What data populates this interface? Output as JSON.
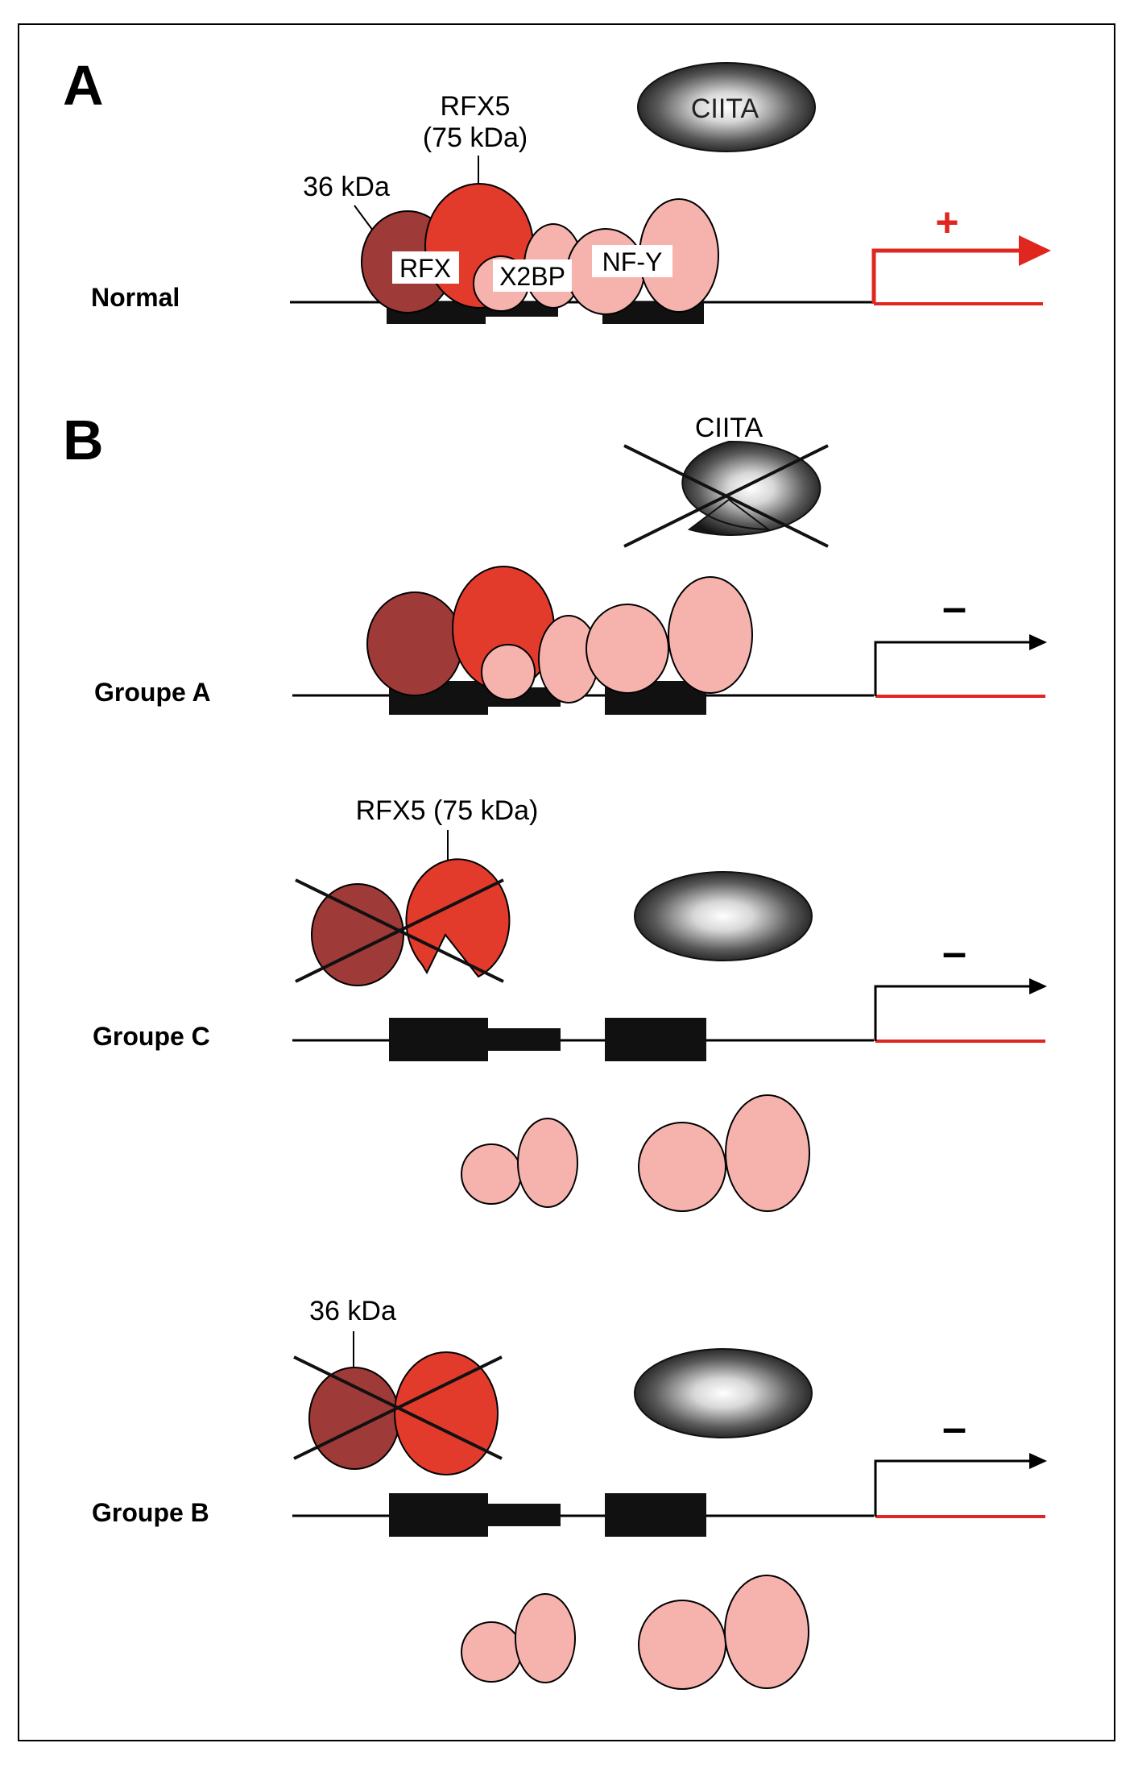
{
  "panels": {
    "a": {
      "letter": "A",
      "row_label": "Normal",
      "labels": {
        "ciita": "CIITA",
        "rfx5_name": "RFX5",
        "rfx5_weight": "(75 kDa)",
        "p36": "36 kDa",
        "rfx": "RFX",
        "x2bp": "X2BP",
        "nfy": "NF-Y"
      },
      "sign": "+"
    },
    "b": {
      "letter": "B",
      "ciita": "CIITA",
      "groupe_a": {
        "label": "Groupe A",
        "sign": "–"
      },
      "groupe_c": {
        "label": "Groupe C",
        "sign": "–",
        "rfx5": "RFX5 (75 kDa)"
      },
      "groupe_b": {
        "label": "Groupe B",
        "sign": "–",
        "p36": "36 kDa"
      }
    }
  },
  "colors": {
    "dark_red": "#9e3a37",
    "red": "#e23b2c",
    "pink": "#f6b3ae",
    "accent_red": "#e0271f",
    "ciita_dark": "#1c1c1c",
    "black": "#111111"
  }
}
